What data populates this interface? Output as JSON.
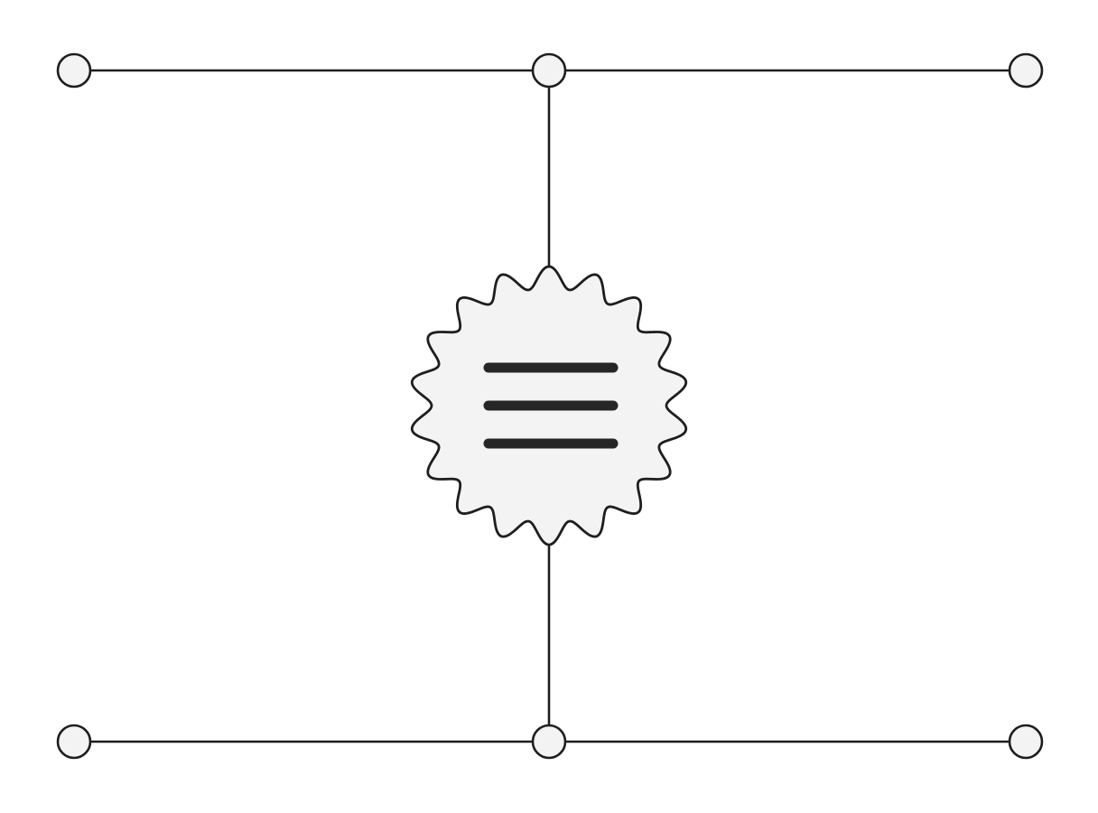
{
  "diagram": {
    "nodes": [
      {
        "id": "top-left",
        "kind": "terminal"
      },
      {
        "id": "top-center",
        "kind": "junction"
      },
      {
        "id": "top-right",
        "kind": "terminal"
      },
      {
        "id": "bottom-left",
        "kind": "terminal"
      },
      {
        "id": "bottom-center",
        "kind": "junction"
      },
      {
        "id": "bottom-right",
        "kind": "terminal"
      }
    ],
    "hub": {
      "shape": "scalloped-badge",
      "icon": "menu-icon"
    },
    "edges": [
      {
        "from": "top-left",
        "to": "top-center"
      },
      {
        "from": "top-center",
        "to": "top-right"
      },
      {
        "from": "top-center",
        "to": "hub"
      },
      {
        "from": "hub",
        "to": "bottom-center"
      },
      {
        "from": "bottom-left",
        "to": "bottom-center"
      },
      {
        "from": "bottom-center",
        "to": "bottom-right"
      }
    ],
    "colors": {
      "stroke": "#1e1e1e",
      "fill": "#f3f3f3",
      "background": "#ffffff"
    }
  }
}
